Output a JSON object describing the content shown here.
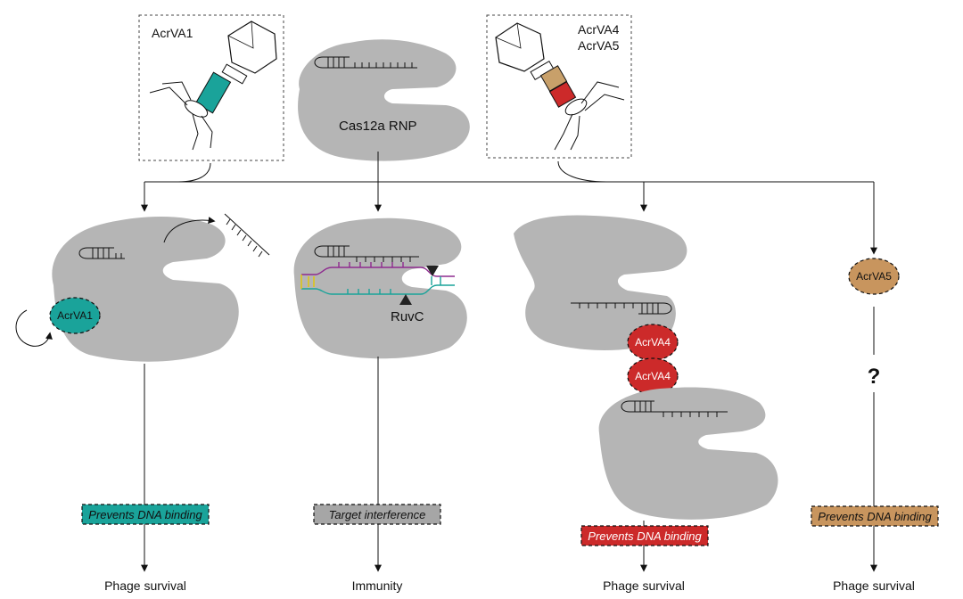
{
  "phage_left": {
    "label": "AcrVA1",
    "tail_color": "#1aa39a"
  },
  "phage_right": {
    "label_line1": "AcrVA4",
    "label_line2": "AcrVA5",
    "tail_color_top": "#c8a06a",
    "tail_color_bottom": "#cc2a2a"
  },
  "cas12a": {
    "label": "Cas12a RNP"
  },
  "protein_color": "#b5b5b5",
  "ruvc_label": "RuvC",
  "acrva1_pill": {
    "label": "AcrVA1",
    "color": "#1aa39a"
  },
  "acrva4_pill_1": {
    "label": "AcrVA4",
    "color": "#cc2a2a"
  },
  "acrva4_pill_2": {
    "label": "AcrVA4",
    "color": "#cc2a2a"
  },
  "acrva5_pill": {
    "label": "AcrVA5",
    "color": "#c8955e"
  },
  "question_mark": "?",
  "mechanisms": [
    {
      "text": "Prevents DNA binding",
      "color": "#1aa39a",
      "text_color": "#111111"
    },
    {
      "text": "Target interference",
      "color": "#a6a6a6",
      "text_color": "#111111"
    },
    {
      "text": "Prevents DNA binding",
      "color": "#cc2a2a",
      "text_color": "#ffffff"
    },
    {
      "text": "Prevents DNA binding",
      "color": "#c8955e",
      "text_color": "#111111"
    }
  ],
  "outcomes": [
    "Phage survival",
    "Immunity",
    "Phage survival",
    "Phage survival"
  ]
}
